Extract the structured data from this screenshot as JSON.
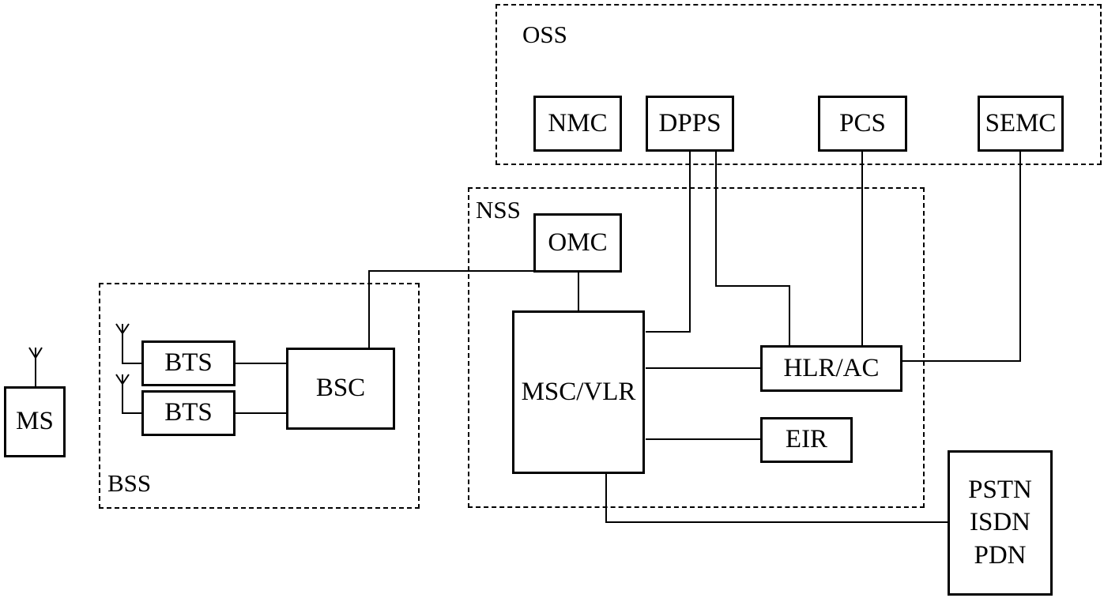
{
  "groups": {
    "oss": "OSS",
    "nss": "NSS",
    "bss": "BSS"
  },
  "nodes": {
    "nmc": "NMC",
    "dpps": "DPPS",
    "pcs": "PCS",
    "semc": "SEMC",
    "omc": "OMC",
    "msc_vlr": "MSC/VLR",
    "hlr_ac": "HLR/AC",
    "eir": "EIR",
    "bsc": "BSC",
    "bts_1": "BTS",
    "bts_2": "BTS",
    "ms": "MS",
    "external": [
      "PSTN",
      "ISDN",
      "PDN"
    ]
  },
  "connections": [
    [
      "dpps",
      "msc_vlr"
    ],
    [
      "dpps",
      "hlr_ac"
    ],
    [
      "pcs",
      "hlr_ac"
    ],
    [
      "semc",
      "hlr_ac"
    ],
    [
      "omc",
      "bsc"
    ],
    [
      "omc",
      "msc_vlr"
    ],
    [
      "msc_vlr",
      "hlr_ac"
    ],
    [
      "msc_vlr",
      "eir"
    ],
    [
      "msc_vlr",
      "external"
    ],
    [
      "bts_1",
      "bsc"
    ],
    [
      "bts_2",
      "bsc"
    ]
  ],
  "antennas": [
    "ms",
    "bts_1",
    "bts_2"
  ]
}
